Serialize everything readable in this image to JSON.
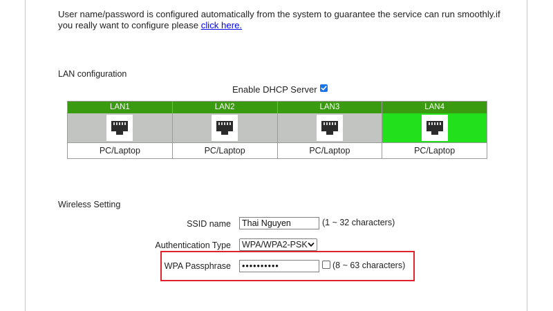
{
  "note": {
    "text": "User name/password is configured automatically from the system to guarantee the service can run smoothly.if you really want to configure please ",
    "link": "click here."
  },
  "lan_section": {
    "title": "LAN configuration",
    "dhcp_label": "Enable DHCP Server",
    "dhcp_enabled": true,
    "ports": [
      {
        "name": "LAN1",
        "device": "PC/Laptop",
        "active": false
      },
      {
        "name": "LAN2",
        "device": "PC/Laptop",
        "active": false
      },
      {
        "name": "LAN3",
        "device": "PC/Laptop",
        "active": false
      },
      {
        "name": "LAN4",
        "device": "PC/Laptop",
        "active": true
      }
    ]
  },
  "wireless": {
    "title": "Wireless Setting",
    "ssid_label": "SSID name",
    "ssid_value": "Thai Nguyen",
    "ssid_hint": "(1 ~ 32 characters)",
    "auth_label": "Authentication Type",
    "auth_value": "WPA/WPA2-PSK",
    "pass_label": "WPA Passphrase",
    "pass_value": "••••••••••",
    "pass_hint": "(8 ~ 63 characters)",
    "show_pass_checked": false
  },
  "colors": {
    "lan_header": "#3a9a10",
    "port_active": "#22e01c",
    "port_inactive": "#c2c4c2",
    "highlight": "#e0202a",
    "link": "#0000ee"
  },
  "icons": {
    "port": "ethernet-port-icon",
    "select": "chevron-down-icon",
    "check": "checkmark-icon"
  }
}
